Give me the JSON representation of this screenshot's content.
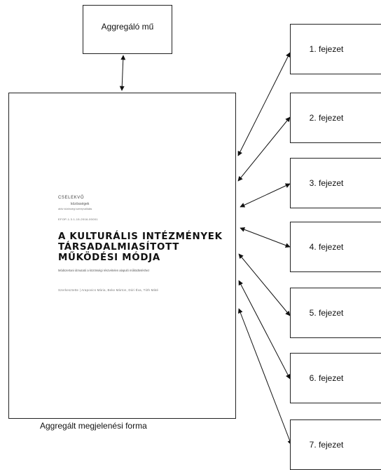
{
  "diagram": {
    "top_box_label": "Aggregáló mű",
    "bottom_label": "Aggregált megjelenési forma",
    "chapters": [
      "1. fejezet",
      "2. fejezet",
      "3. fejezet",
      "4. fejezet",
      "5. fejezet",
      "6. fejezet",
      "7. fejezet"
    ]
  },
  "cover": {
    "brand_line1": "CSELEKVŐ",
    "brand_line2": "közösségek",
    "brand_line3": "aktív közösségi szerepvállalás",
    "code": "EFOP-1.3.1-15-2016-00001",
    "title_line1": "A KULTURÁLIS INTÉZMÉNYEK",
    "title_line2": "TÁRSADALMIASÍTOTT",
    "title_line3": "MŰKÖDÉSI MÓDJA",
    "subtitle": "Módszertani útmutató a közösségi részvételen alapuló működtetéshez",
    "editors": "Szerkesztette  |  Arapovics Mária, Beke Márton, Dóri Éva, Tóth Máté"
  }
}
